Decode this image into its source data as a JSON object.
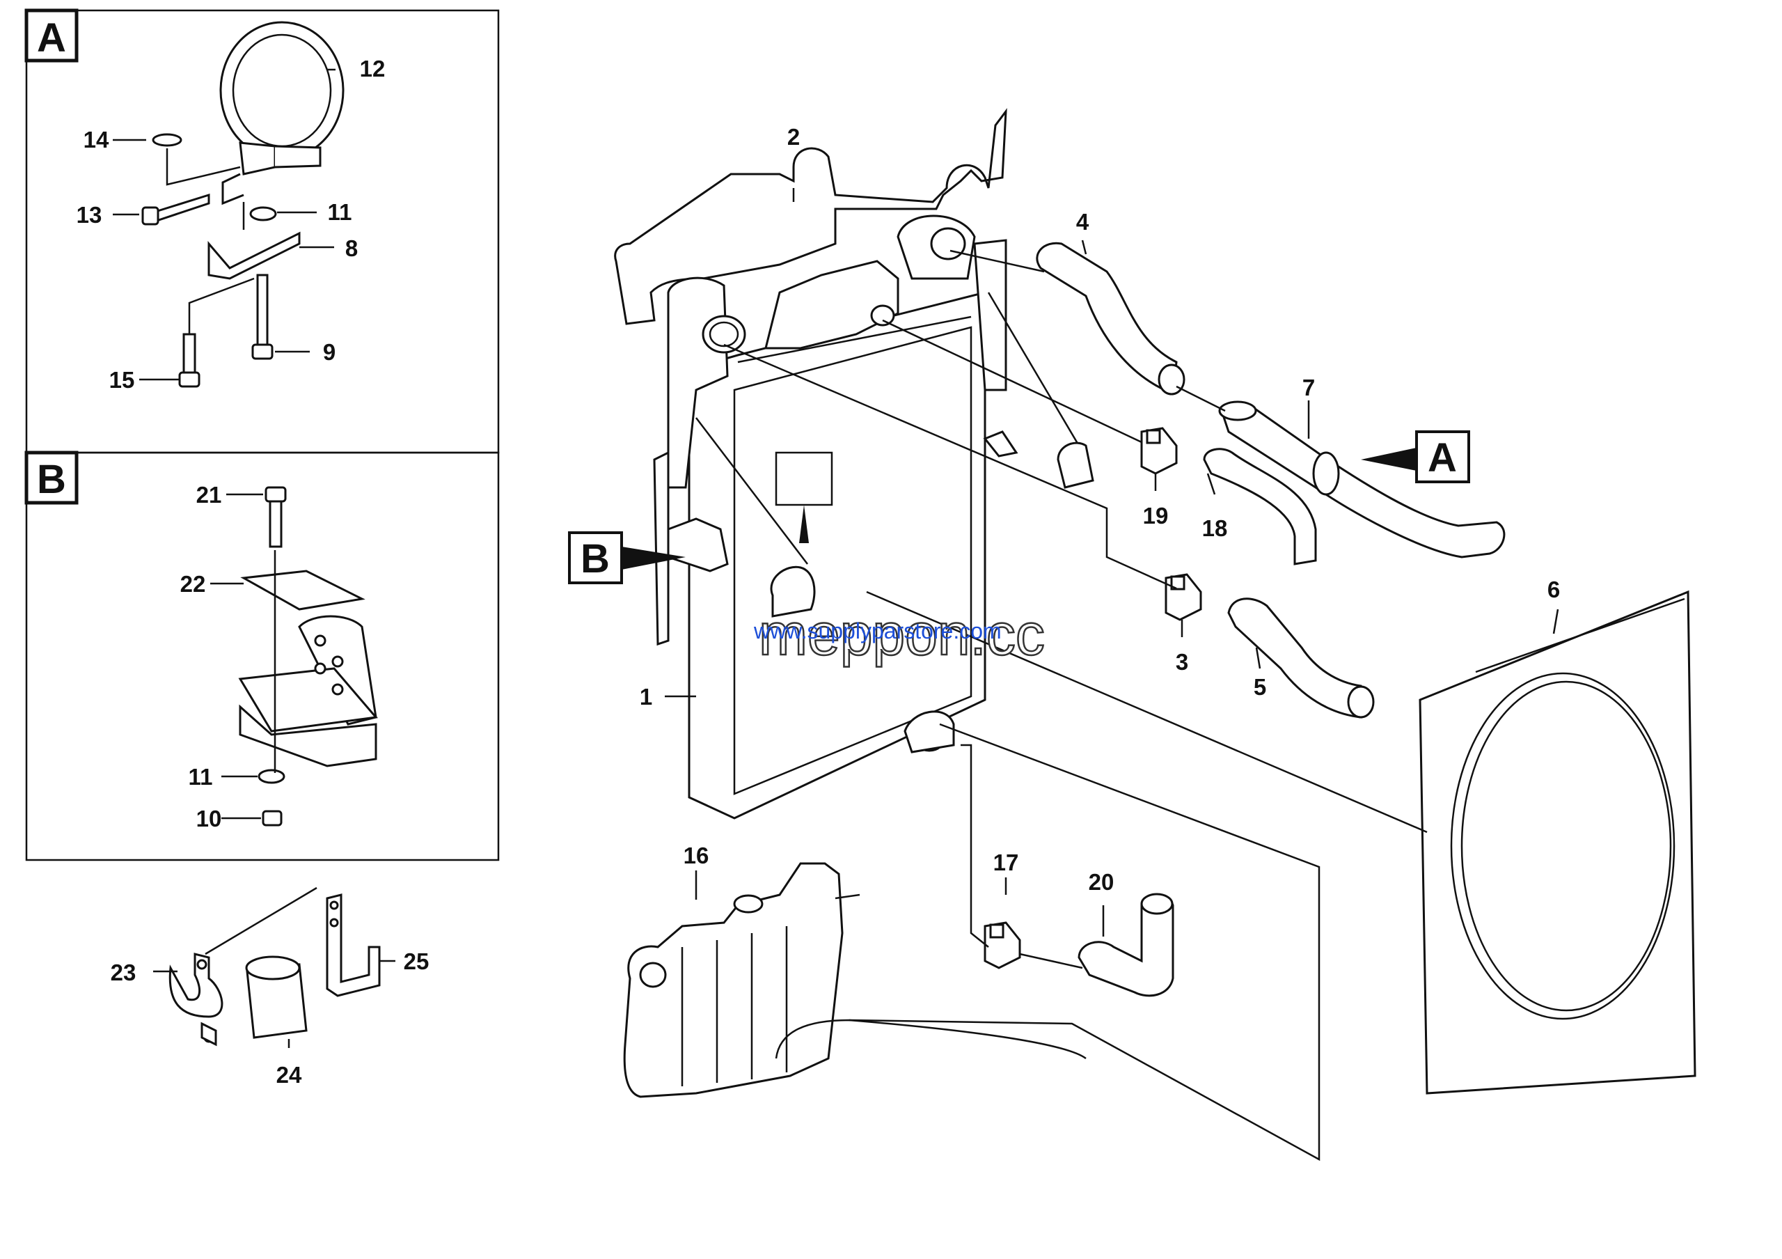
{
  "panels": {
    "a": {
      "label": "A"
    },
    "b": {
      "label": "B"
    }
  },
  "callouts": {
    "a": "A",
    "b": "B"
  },
  "parts": {
    "p1": "1",
    "p2": "2",
    "p3": "3",
    "p4": "4",
    "p5": "5",
    "p6": "6",
    "p7": "7",
    "p8": "8",
    "p9": "9",
    "p10": "10",
    "p11a": "11",
    "p11b": "11",
    "p12": "12",
    "p13": "13",
    "p14": "14",
    "p15": "15",
    "p16": "16",
    "p17": "17",
    "p18": "18",
    "p19": "19",
    "p20": "20",
    "p21": "21",
    "p22": "22",
    "p23": "23",
    "p24": "24",
    "p25": "25"
  },
  "watermark": {
    "url": "www.supplyparstore.com",
    "brand": "meppon.cc"
  }
}
